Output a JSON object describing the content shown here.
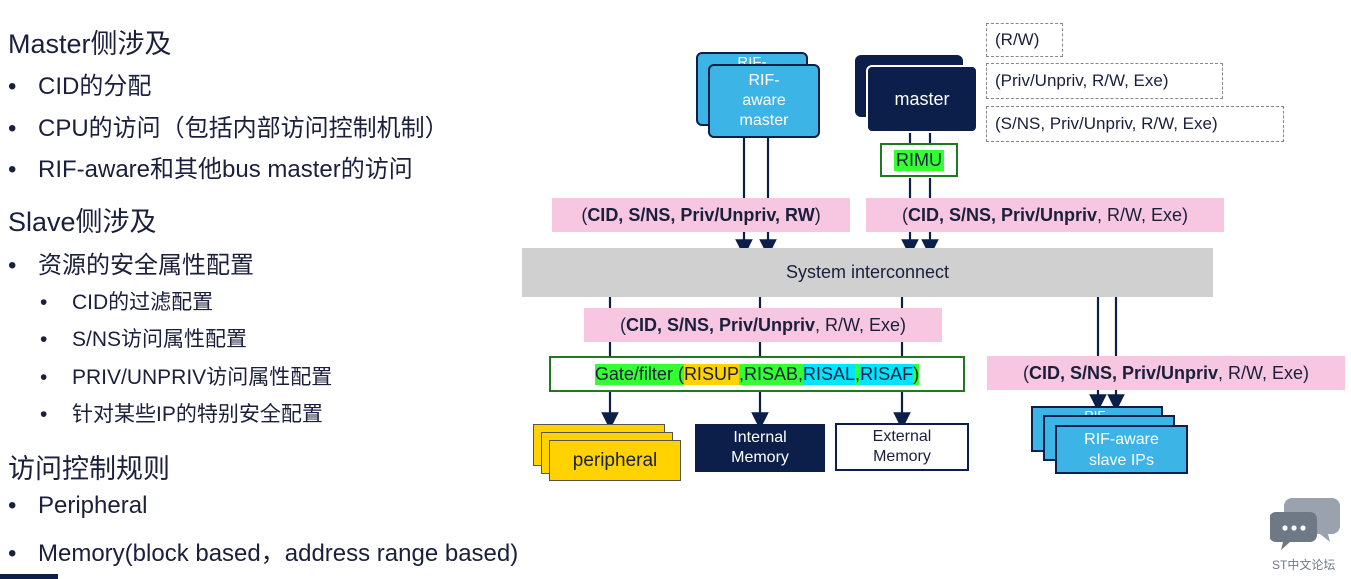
{
  "left": {
    "master_heading": "Master侧涉及",
    "master_items": [
      "CID的分配",
      "CPU的访问（包括内部访问控制机制）",
      "RIF-aware和其他bus master的访问"
    ],
    "slave_heading": "Slave侧涉及",
    "slave_item": "资源的安全属性配置",
    "slave_subitems": [
      "CID的过滤配置",
      "S/NS访问属性配置",
      "PRIV/UNPRIV访问属性配置",
      "针对某些IP的特别安全配置"
    ],
    "rules_heading": "访问控制规则",
    "rules_items": [
      "Peripheral",
      "Memory(block based，address range based)"
    ],
    "bullet": "•"
  },
  "legend": [
    "(R/W)",
    "(Priv/Unpriv, R/W, Exe)",
    "(S/NS, Priv/Unpriv, R/W, Exe)"
  ],
  "diagram": {
    "rif_master_back": "RIF-",
    "rif_master": "RIF-\naware\nmaster",
    "master": "master",
    "rimu": "RIMU",
    "attr_left_bold": "CID, S/NS, Priv/Unpriv, RW",
    "attr_right_bold": "CID, S/NS, Priv/Unpriv",
    "attr_rest": ", R/W, Exe",
    "paren_open": "(",
    "paren_close": ")",
    "interconnect": "System interconnect",
    "attr_mid_bold": "CID, S/NS, Priv/Unpriv",
    "attr_slave_bold": "CID, S/NS, Priv/Unpriv",
    "gate": {
      "prefix": "Gate/filter (",
      "risup": "RISUP",
      "sep1": ", ",
      "risab": "RISAB",
      "sep2": ", ",
      "risal": "RISAL",
      "sep3": ", ",
      "risaf": "RISAF",
      "suffix": ")"
    },
    "peripheral": "peripheral",
    "internal_memory": "Internal\nMemory",
    "external_memory": "External\nMemory",
    "slave_back": "RIF-",
    "rif_slave": "RIF-aware\nslave IPs"
  },
  "watermark": "ST中文论坛",
  "colors": {
    "navy": "#0b1f4a",
    "light_blue": "#3cb4e6",
    "pink": "#f7c6e0",
    "green": "#33ff33",
    "yellow": "#ffd200",
    "cyan": "#00e5ff",
    "gray": "#d0d0d0"
  }
}
